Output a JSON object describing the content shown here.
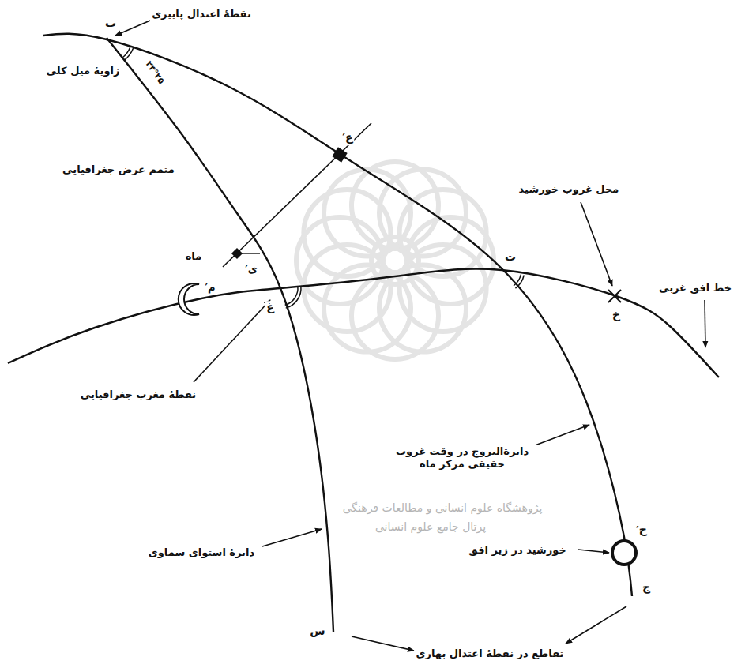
{
  "diagram": {
    "labels": [
      "نقطهٔ اعتدال پاییزی",
      "ب",
      "زاویهٔ میل کلی",
      "۲۳°۲۵",
      "ع′",
      "متمم عرض جغرافیایی",
      "محل غروب خورشید",
      "ماه",
      "م′",
      "ی′",
      "غ",
      "ت",
      "خط افق غربی",
      "خ",
      "نقطهٔ مغرب جغرافیایی",
      "دایرةالبروج در وقت غروب حقیقی مرکز ماه",
      "خورشید در زیر افق",
      "خ′",
      "دایرهٔ استوای سماوی",
      "ج",
      "س",
      "تقاطع در نقطهٔ اعتدال بهاری",
      "پژوهشگاه علوم انسانی و مطالعات فرهنگی",
      "پرتال جامع علوم انسانی"
    ]
  }
}
